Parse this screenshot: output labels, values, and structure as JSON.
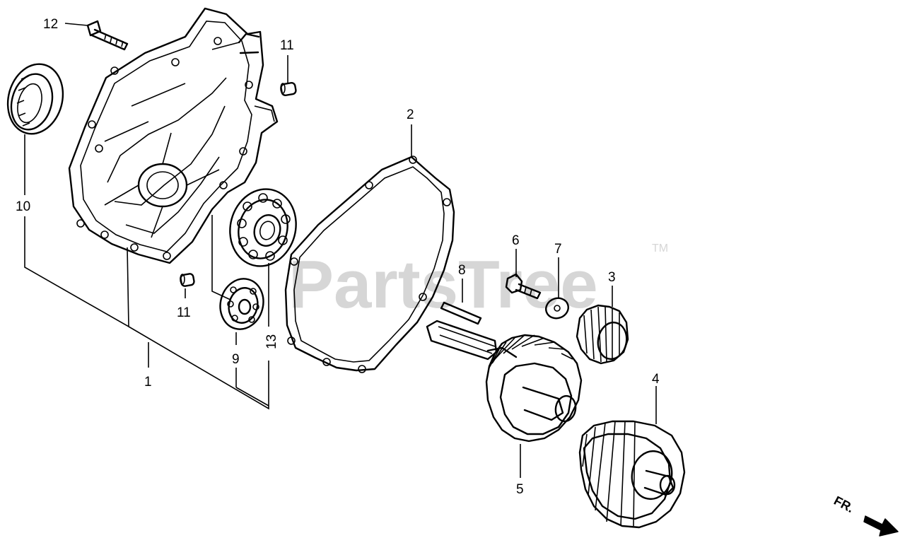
{
  "diagram": {
    "watermark": "PartsTree",
    "trademark": "TM",
    "direction_label": "FR.",
    "callouts": {
      "c1": "1",
      "c2": "2",
      "c3": "3",
      "c4": "4",
      "c5": "5",
      "c6": "6",
      "c7": "7",
      "c8": "8",
      "c9": "9",
      "c10": "10",
      "c11a": "11",
      "c11b": "11",
      "c12": "12",
      "c13": "13"
    }
  }
}
